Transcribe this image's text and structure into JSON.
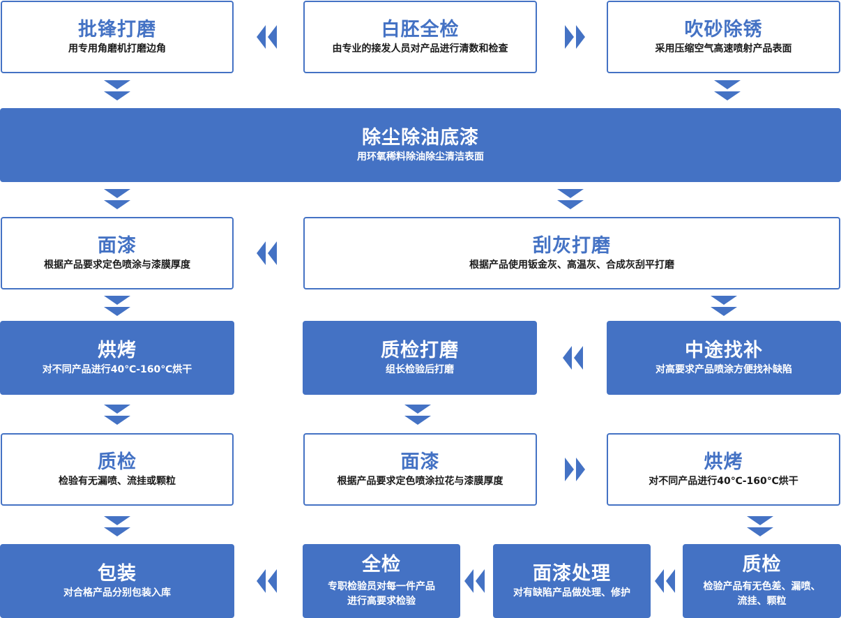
{
  "steps": {
    "s1": {
      "title": "批锋打磨",
      "desc": "用专用角磨机打磨边角"
    },
    "s2": {
      "title": "白胚全检",
      "desc": "由专业的接发人员对产品进行清数和检查"
    },
    "s3": {
      "title": "吹砂除锈",
      "desc": "采用压缩空气高速喷射产品表面"
    },
    "s4": {
      "title": "除尘除油底漆",
      "desc": "用环氧稀料除油除尘清洁表面"
    },
    "s5": {
      "title": "面漆",
      "desc": "根据产品要求定色喷涂与漆膜厚度"
    },
    "s6": {
      "title": "刮灰打磨",
      "desc": "根据产品使用钣金灰、高温灰、合成灰刮平打磨"
    },
    "s7": {
      "title": "烘烤",
      "desc": "对不同产品进行40℃-160℃烘干"
    },
    "s8": {
      "title": "质检打磨",
      "desc": "组长检验后打磨"
    },
    "s9": {
      "title": "中途找补",
      "desc": "对高要求产品喷涂方便找补缺陷"
    },
    "s10": {
      "title": "质检",
      "desc": "检验有无漏喷、流挂或颗粒"
    },
    "s11": {
      "title": "面漆",
      "desc": "根据产品要求定色喷涂拉花与漆膜厚度"
    },
    "s12": {
      "title": "烘烤",
      "desc": "对不同产品进行40℃-160℃烘干"
    },
    "s13": {
      "title": "包装",
      "desc": "对合格产品分别包装入库"
    },
    "s14": {
      "title": "全检",
      "desc1": "专职检验员对每一件产品",
      "desc2": "进行高要求检验"
    },
    "s15": {
      "title": "面漆处理",
      "desc": "对有缺陷产品做处理、修护"
    },
    "s16": {
      "title": "质检",
      "desc1": "检验产品有无色差、漏喷、",
      "desc2": "流挂、颗粒"
    }
  },
  "colors": {
    "accent": "#4472c4",
    "text": "#1a1a1a",
    "background": "#ffffff"
  }
}
